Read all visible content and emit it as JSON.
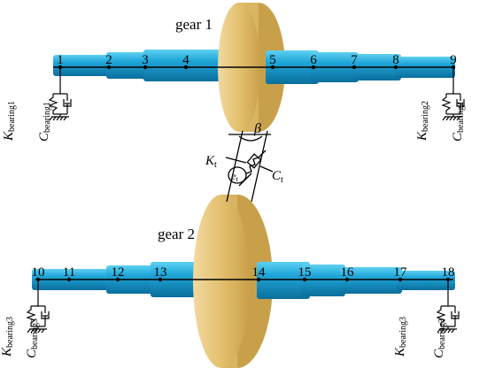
{
  "diagram": {
    "colors": {
      "shaft_light": "#5fd0f2",
      "shaft_mid": "#1fa6d8",
      "shaft_dark": "#0b6e9c",
      "gear_light": "#f2d9a0",
      "gear_mid": "#e3c06e",
      "gear_dark": "#c9a04a",
      "line": "#000000"
    },
    "gear1_label": "gear 1",
    "gear2_label": "gear 2",
    "shaft1_nodes": [
      "1",
      "2",
      "3",
      "4",
      "5",
      "6",
      "7",
      "8",
      "9"
    ],
    "shaft2_nodes": [
      "10",
      "11",
      "12",
      "13",
      "14",
      "15",
      "16",
      "17",
      "18"
    ],
    "bearings": [
      {
        "k_main": "K",
        "k_sub": "bearing1",
        "c_main": "C",
        "c_sub": "bearing1"
      },
      {
        "k_main": "K",
        "k_sub": "bearing2",
        "c_main": "C",
        "c_sub": "bearing2"
      },
      {
        "k_main": "K",
        "k_sub": "bearing3",
        "c_main": "C",
        "c_sub": "bearing3"
      },
      {
        "k_main": "K",
        "k_sub": "bearing3",
        "c_main": "C",
        "c_sub": "bearing3"
      }
    ],
    "mesh": {
      "k_main": "K",
      "k_sub": "t",
      "c_main": "C",
      "c_sub": "t",
      "error_main": "e",
      "error_sub": "t",
      "angle": "β"
    }
  }
}
